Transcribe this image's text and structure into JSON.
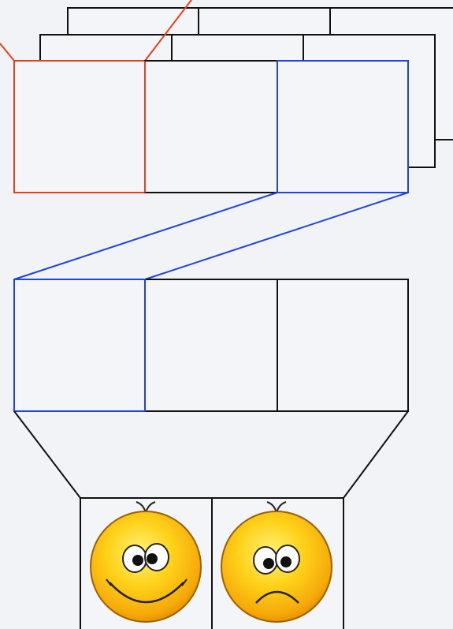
{
  "diagram": {
    "colors": {
      "background": "#f1f3f7",
      "cell_fill": "#f3f5f9",
      "stroke": "#111111",
      "highlight_red": "#e8401c",
      "highlight_blue": "#1f45e0",
      "face_yellow": "#ffd21a",
      "face_orange": "#f29a06",
      "face_outline": "#8a5a00"
    },
    "stack": {
      "layers": 3,
      "columns": 3,
      "highlighted_front_cells": [
        "red",
        "none",
        "blue"
      ]
    },
    "middle_row": {
      "columns": 3,
      "highlighted_cell": "blue"
    },
    "output_row": {
      "cells": [
        {
          "icon": "happy-face-icon",
          "expression": "happy"
        },
        {
          "icon": "sad-face-icon",
          "expression": "sad"
        }
      ]
    }
  }
}
